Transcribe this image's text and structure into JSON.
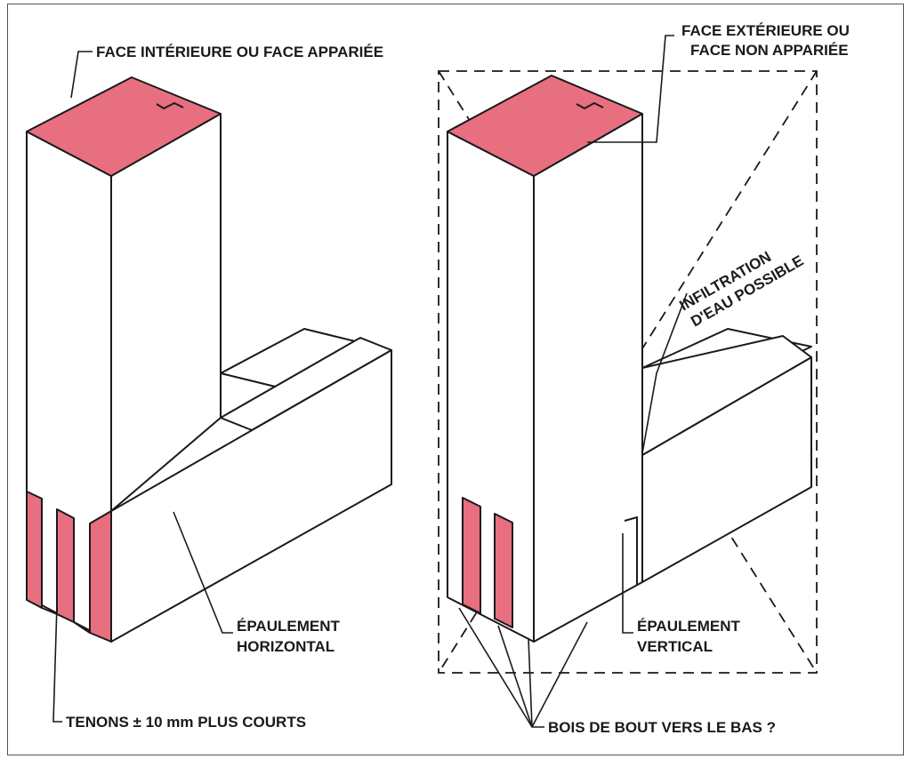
{
  "labels": {
    "face_interieure": "FACE INTÉRIEURE OU FACE APPARIÉE",
    "face_exterieure_1": "FACE EXTÉRIEURE OU",
    "face_exterieure_2": "FACE NON APPARIÉE",
    "infiltration_1": "INFILTRATION",
    "infiltration_2": "D'EAU POSSIBLE",
    "epaulement_h_1": "ÉPAULEMENT",
    "epaulement_h_2": "HORIZONTAL",
    "epaulement_v_1": "ÉPAULEMENT",
    "epaulement_v_2": "VERTICAL",
    "tenons": "TENONS ± 10 mm PLUS COURTS",
    "bois_de_bout": "BOIS DE BOUT VERS LE BAS ?"
  },
  "colors": {
    "highlight": "#e86f80",
    "line": "#1a1a1a",
    "frame": "#555555"
  }
}
